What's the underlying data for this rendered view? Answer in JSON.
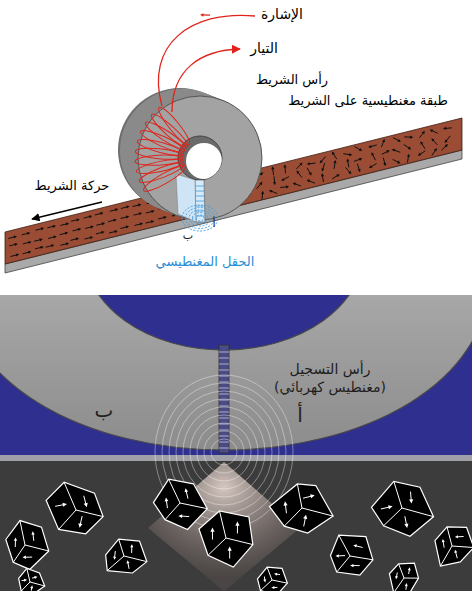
{
  "diagram": {
    "nodes": [
      {
        "text": [
          "رأس التسجيل (مغنطيس كهربائي)"
        ]
      }
    ],
    "labels": [
      "الإشارة",
      "التيار",
      "رأس الشريط",
      "طبقة مغنطيسية على الشريط",
      "حركة الشريط",
      "ب",
      "أ",
      "الحقل المغنطيسي",
      "ب",
      "أ"
    ]
  }
}
